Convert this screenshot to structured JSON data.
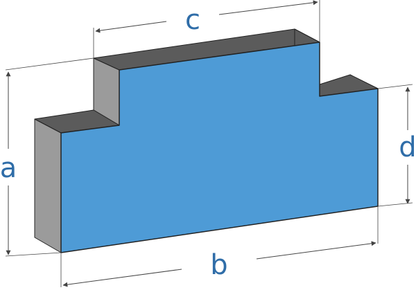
{
  "diagram": {
    "labels": {
      "a": "a",
      "b": "b",
      "c": "c",
      "d": "d"
    },
    "colors": {
      "front_face": "#4e9bd6",
      "top_face": "#5b5b5b",
      "side_face": "#9b9b9b",
      "outline": "#222222",
      "dimension_lines": "#444444",
      "label": "#2f6da8",
      "background": "#ffffff"
    }
  }
}
